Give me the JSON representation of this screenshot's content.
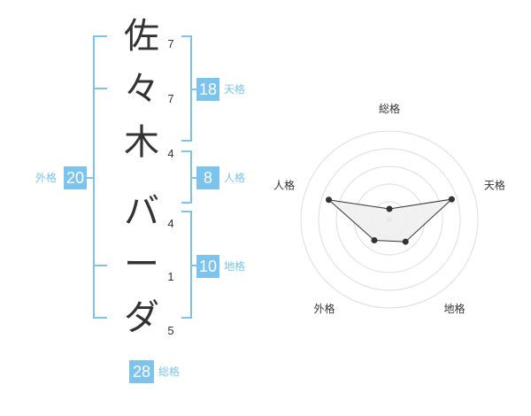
{
  "name_chars": [
    {
      "char": "佐",
      "strokes": "7"
    },
    {
      "char": "々",
      "strokes": "7"
    },
    {
      "char": "木",
      "strokes": "4"
    },
    {
      "char": "バ",
      "strokes": "4"
    },
    {
      "char": "ー",
      "strokes": "1"
    },
    {
      "char": "ダ",
      "strokes": "5"
    }
  ],
  "kaku": {
    "tenkaku": {
      "value": "18",
      "label": "天格"
    },
    "jinkaku": {
      "value": "8",
      "label": "人格"
    },
    "chikaku": {
      "value": "10",
      "label": "地格"
    },
    "gaikaku": {
      "value": "20",
      "label": "外格"
    },
    "soukaku": {
      "value": "28",
      "label": "総格"
    }
  },
  "colors": {
    "accent": "#7cc4ee",
    "text": "#333333",
    "radar_fill": "#eeeeee",
    "radar_grid": "#dddddd",
    "radar_point": "#333333"
  },
  "chart_data": {
    "type": "radar",
    "axes": [
      "総格",
      "天格",
      "地格",
      "外格",
      "人格"
    ],
    "values": [
      0.12,
      0.74,
      0.31,
      0.29,
      0.72
    ],
    "scale_max": 1,
    "rings": 5
  }
}
